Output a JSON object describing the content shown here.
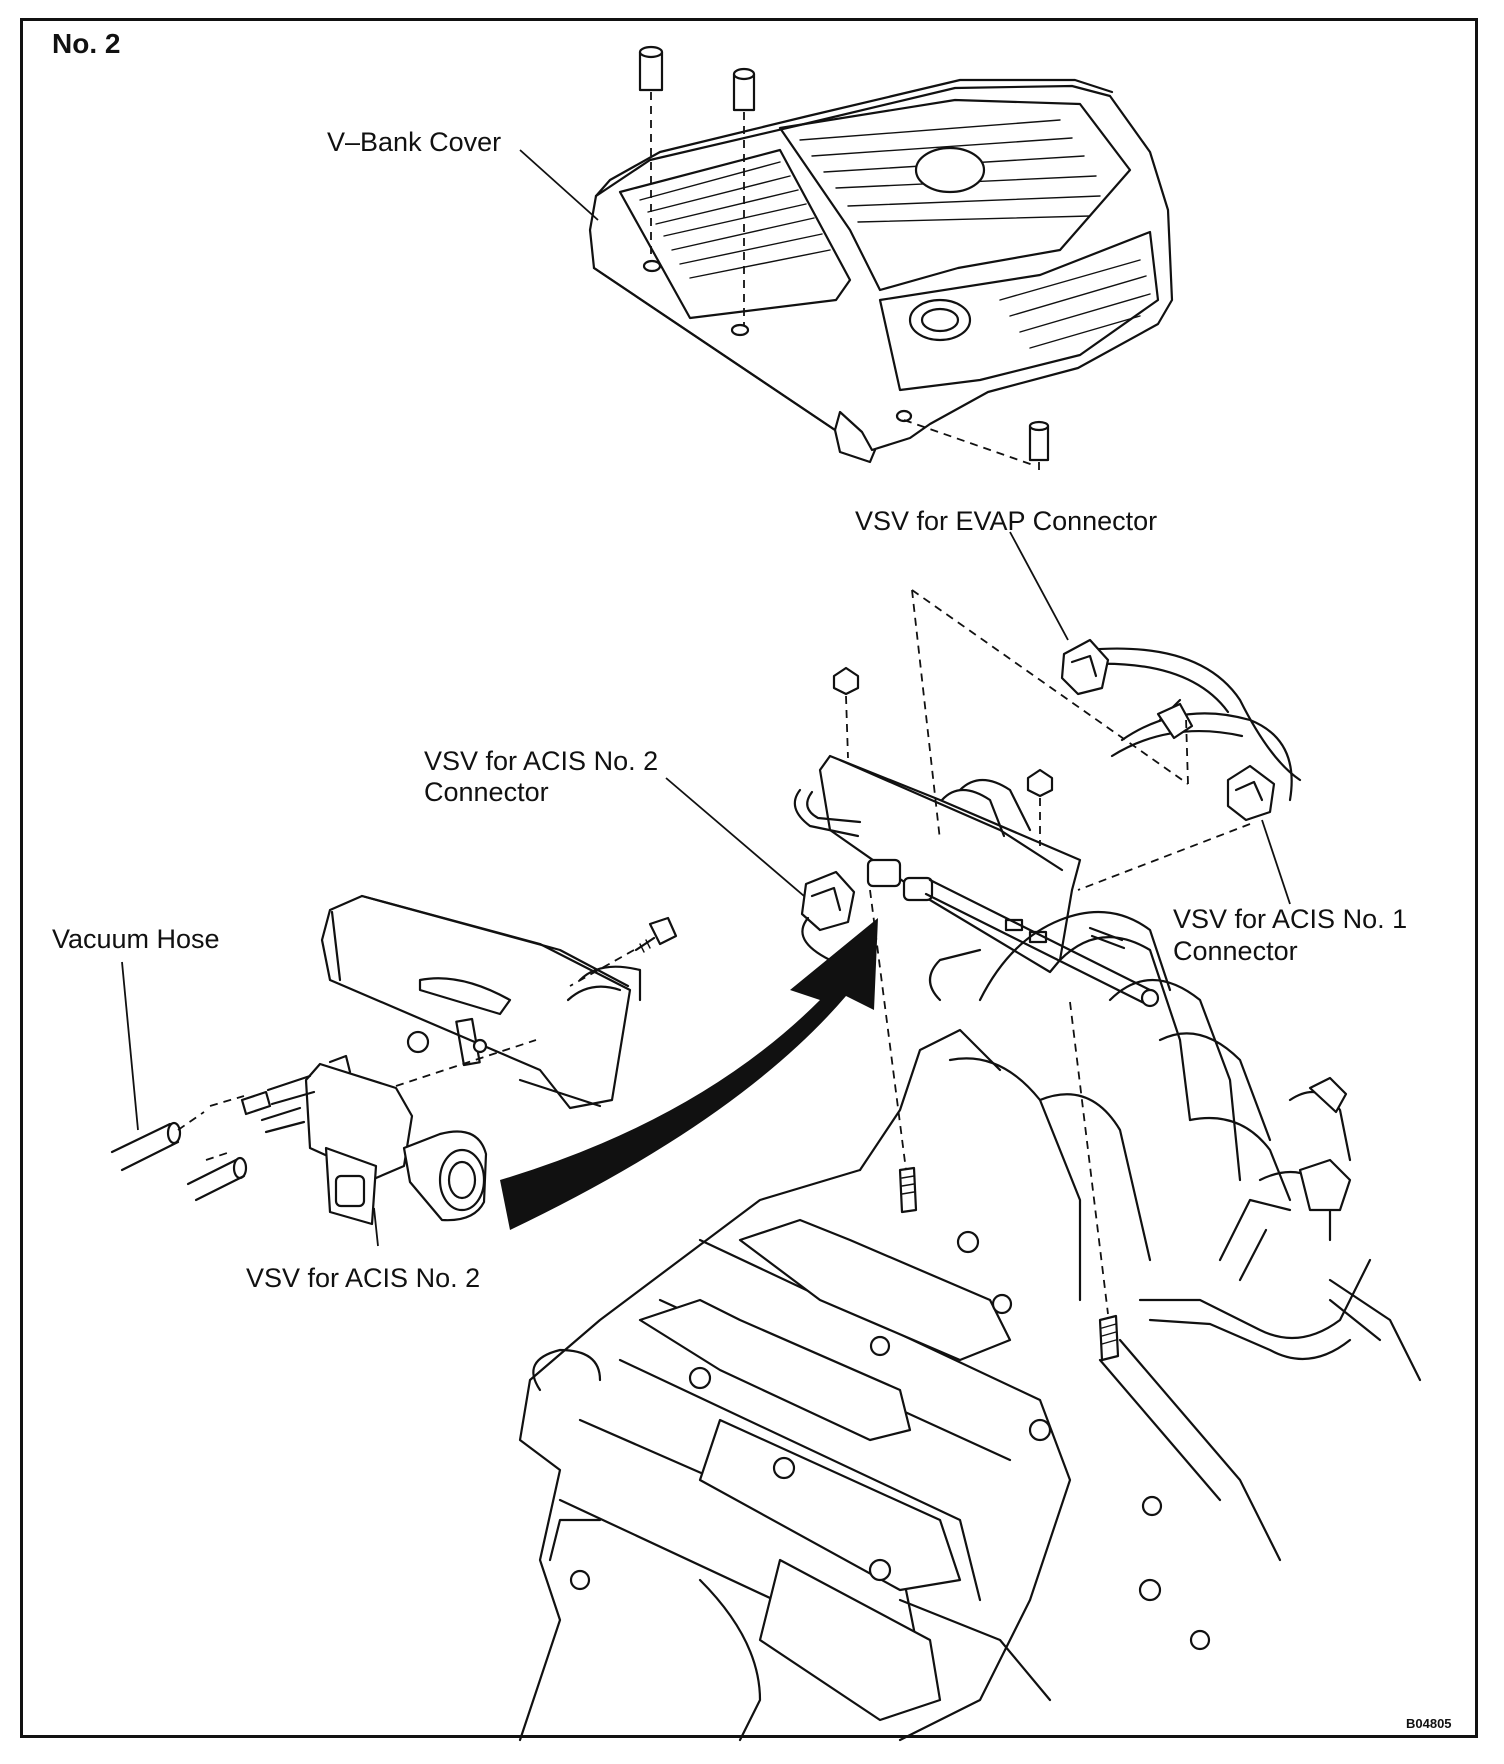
{
  "figure": {
    "title": "No. 2",
    "code": "B04805"
  },
  "labels": {
    "v_bank_cover": "V–Bank Cover",
    "vsv_evap_connector": "VSV for EVAP Connector",
    "vsv_acis2_connector_line1": "VSV for ACIS No. 2",
    "vsv_acis2_connector_line2": "Connector",
    "vsv_acis1_connector_line1": "VSV for ACIS No. 1",
    "vsv_acis1_connector_line2": "Connector",
    "vacuum_hose": "Vacuum Hose",
    "vsv_acis2": "VSV for ACIS No. 2"
  }
}
